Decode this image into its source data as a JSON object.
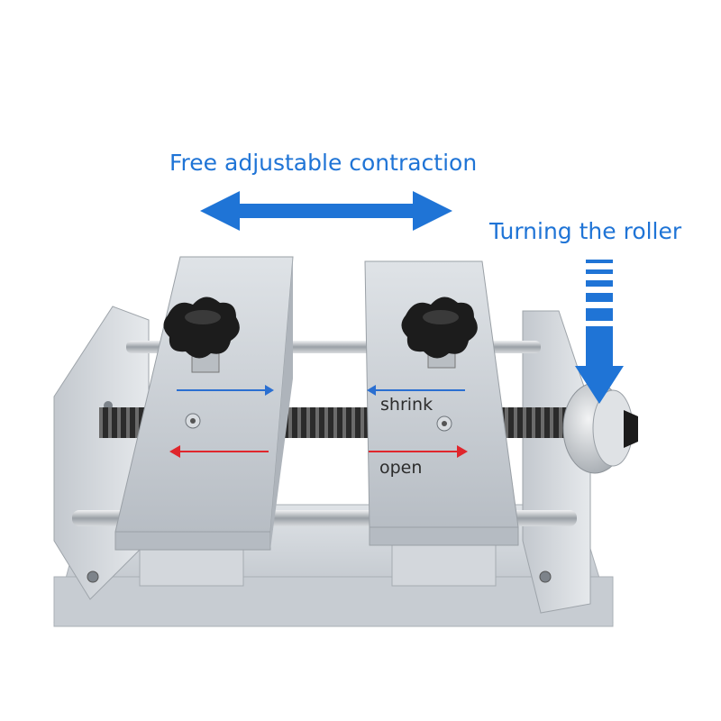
{
  "annotations": {
    "title": "Free adjustable contraction",
    "roller": "Turning the roller",
    "shrink": "shrink",
    "open": "open"
  },
  "colors": {
    "annotation_blue": "#1f74d6",
    "open_arrow_red": "#e0262c",
    "shrink_arrow_blue": "#2a6fd1",
    "aluminium": "#c9ced4",
    "knob_black": "#1c1c1c"
  },
  "icons": {
    "horizontal": "double-headed-arrow-icon",
    "roller": "dashed-down-arrow-icon",
    "shrink": "right-and-left-converging-arrows-icon",
    "open": "left-and-right-diverging-arrows-icon"
  }
}
